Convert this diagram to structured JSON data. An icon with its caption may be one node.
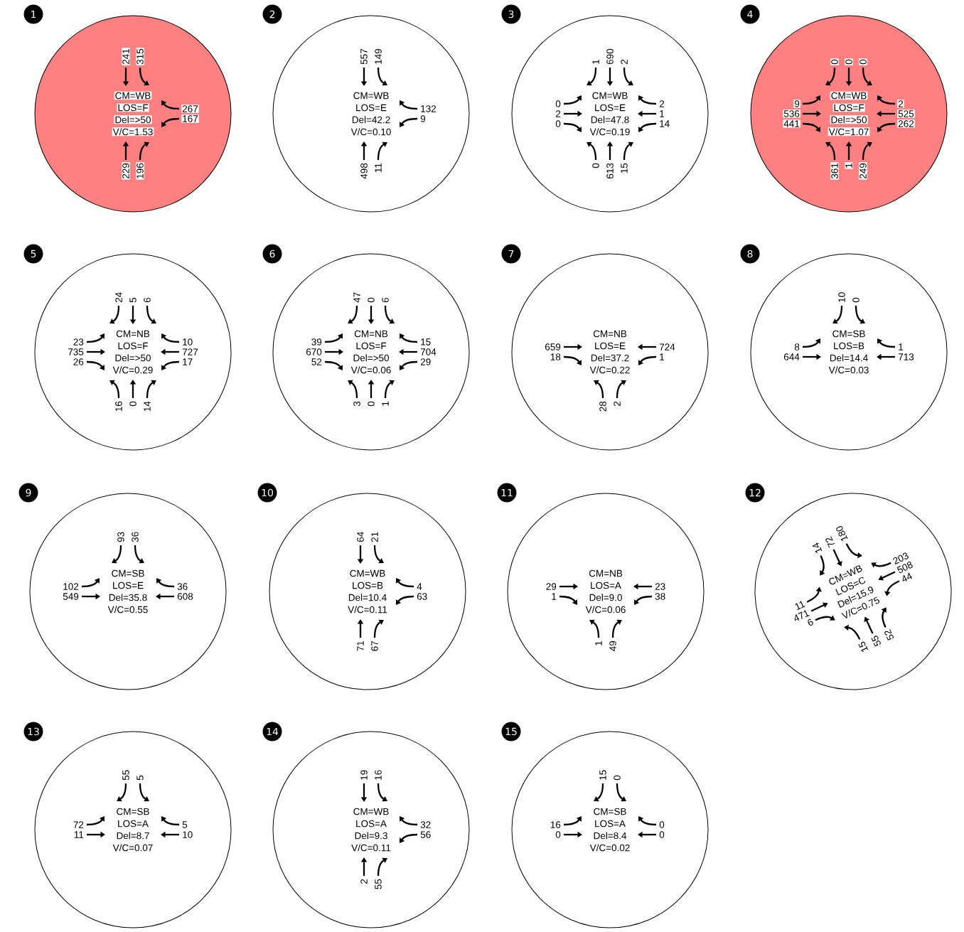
{
  "diagram": {
    "nodes": [
      {
        "text": [
          "1"
        ]
      },
      {
        "text": [
          "CM=WB",
          "LOS=F",
          "Del=>50",
          "V/C=1.53",
          "241",
          "315",
          "267",
          "167",
          "229",
          "196"
        ]
      },
      {
        "text": [
          "2"
        ]
      },
      {
        "text": [
          "CM=WB",
          "LOS=E",
          "Del=42.2",
          "V/C=0.10",
          "557",
          "149",
          "132",
          "9",
          "498",
          "11"
        ]
      },
      {
        "text": [
          "3"
        ]
      },
      {
        "text": [
          "CM=WB",
          "LOS=E",
          "Del=47.8",
          "V/C=0.19",
          "1",
          "690",
          "2",
          "2",
          "1",
          "14",
          "0",
          "613",
          "15",
          "0",
          "2",
          "0"
        ]
      },
      {
        "text": [
          "4"
        ]
      },
      {
        "text": [
          "CM=WB",
          "LOS=F",
          "Del=>50",
          "V/C=1.07",
          "0",
          "0",
          "0",
          "2",
          "525",
          "262",
          "361",
          "1",
          "249",
          "9",
          "536",
          "441"
        ]
      },
      {
        "text": [
          "5"
        ]
      },
      {
        "text": [
          "CM=NB",
          "LOS=F",
          "Del=>50",
          "V/C=0.29",
          "24",
          "5",
          "6",
          "10",
          "727",
          "17",
          "16",
          "0",
          "14",
          "23",
          "735",
          "26"
        ]
      },
      {
        "text": [
          "6"
        ]
      },
      {
        "text": [
          "CM=NB",
          "LOS=F",
          "Del=>50",
          "V/C=0.06",
          "47",
          "0",
          "6",
          "15",
          "704",
          "29",
          "3",
          "0",
          "1",
          "39",
          "670",
          "52"
        ]
      },
      {
        "text": [
          "7"
        ]
      },
      {
        "text": [
          "CM=NB",
          "LOS=E",
          "Del=37.2",
          "V/C=0.22",
          "724",
          "1",
          "28",
          "2",
          "659",
          "18"
        ]
      },
      {
        "text": [
          "8"
        ]
      },
      {
        "text": [
          "CM=SB",
          "LOS=B",
          "Del=14.4",
          "V/C=0.03",
          "10",
          "0",
          "1",
          "713",
          "8",
          "644"
        ]
      },
      {
        "text": [
          "9"
        ]
      },
      {
        "text": [
          "CM=SB",
          "LOS=E",
          "Del=35.8",
          "V/C=0.55",
          "93",
          "36",
          "36",
          "608",
          "102",
          "549"
        ]
      },
      {
        "text": [
          "10"
        ]
      },
      {
        "text": [
          "CM=WB",
          "LOS=B",
          "Del=10.4",
          "V/C=0.11",
          "64",
          "21",
          "4",
          "63",
          "71",
          "67"
        ]
      },
      {
        "text": [
          "11"
        ]
      },
      {
        "text": [
          "CM=NB",
          "LOS=A",
          "Del=9.0",
          "V/C=0.06",
          "23",
          "38",
          "1",
          "49",
          "29",
          "1"
        ]
      },
      {
        "text": [
          "12"
        ]
      },
      {
        "text": [
          "CM=WB",
          "LOS=C",
          "Del=15.9",
          "V/C=0.75",
          "14",
          "72",
          "180",
          "203",
          "508",
          "44",
          "15",
          "55",
          "52",
          "11",
          "471",
          "6"
        ]
      },
      {
        "text": [
          "13"
        ]
      },
      {
        "text": [
          "CM=SB",
          "LOS=A",
          "Del=8.7",
          "V/C=0.07",
          "55",
          "5",
          "5",
          "10",
          "72",
          "11"
        ]
      },
      {
        "text": [
          "14"
        ]
      },
      {
        "text": [
          "CM=WB",
          "LOS=A",
          "Del=9.3",
          "V/C=0.11",
          "19",
          "16",
          "32",
          "56",
          "2",
          "55"
        ]
      },
      {
        "text": [
          "15"
        ]
      },
      {
        "text": [
          "CM=SB",
          "LOS=A",
          "Del=8.4",
          "V/C=0.02",
          "15",
          "0",
          "0",
          "0",
          "16",
          "0"
        ]
      }
    ]
  }
}
